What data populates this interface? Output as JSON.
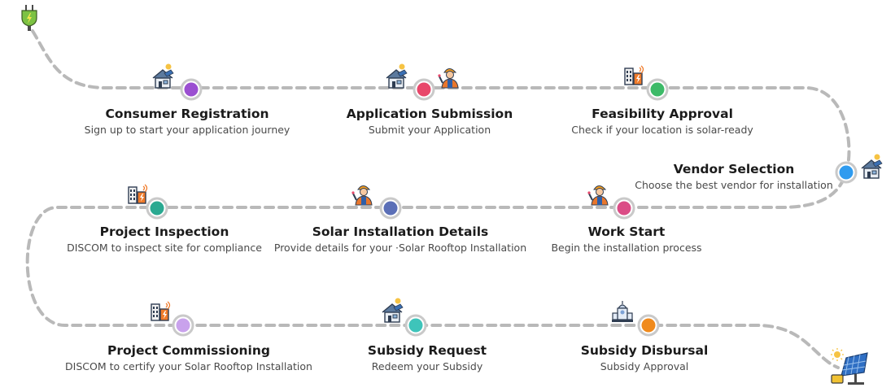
{
  "steps": [
    {
      "title": "Consumer Registration",
      "subtitle": "Sign up to start your application journey",
      "color": "#9b4fd1",
      "icon": "solar-house-icon"
    },
    {
      "title": "Application Submission",
      "subtitle": "Submit your Application",
      "color": "#e8476a",
      "icon": "solar-house-icon"
    },
    {
      "title": "Feasibility Approval",
      "subtitle": "Check if your location is solar-ready",
      "color": "#3dba68",
      "icon": "building-icon"
    },
    {
      "title": "Vendor Selection",
      "subtitle": "Choose the best vendor for installation",
      "color": "#2f9bef",
      "icon": "solar-house-icon"
    },
    {
      "title": "Work Start",
      "subtitle": "Begin the installation process",
      "color": "#db4c86",
      "icon": "worker-icon"
    },
    {
      "title": "Solar Installation Details",
      "subtitle": "Provide details for your ·Solar Rooftop Installation",
      "color": "#5b6fb7",
      "icon": "worker-icon"
    },
    {
      "title": "Project Inspection",
      "subtitle": "DISCOM to inspect site for compliance",
      "color": "#2aa991",
      "icon": "building-icon"
    },
    {
      "title": "Project Commissioning",
      "subtitle": "DISCOM to certify your Solar Rooftop Installation",
      "color": "#c9a2ec",
      "icon": "building-icon"
    },
    {
      "title": "Subsidy Request",
      "subtitle": "Redeem your Subsidy",
      "color": "#3ec4ba",
      "icon": "solar-house-icon"
    },
    {
      "title": "Subsidy Disbursal",
      "subtitle": "Subsidy Approval",
      "color": "#f08a1c",
      "icon": "government-building-icon"
    }
  ],
  "start_icon": "plug-icon",
  "end_icon": "solar-panel-icon",
  "colors": {
    "path": "#b9b9b9",
    "ring": "#c9c9c9"
  }
}
